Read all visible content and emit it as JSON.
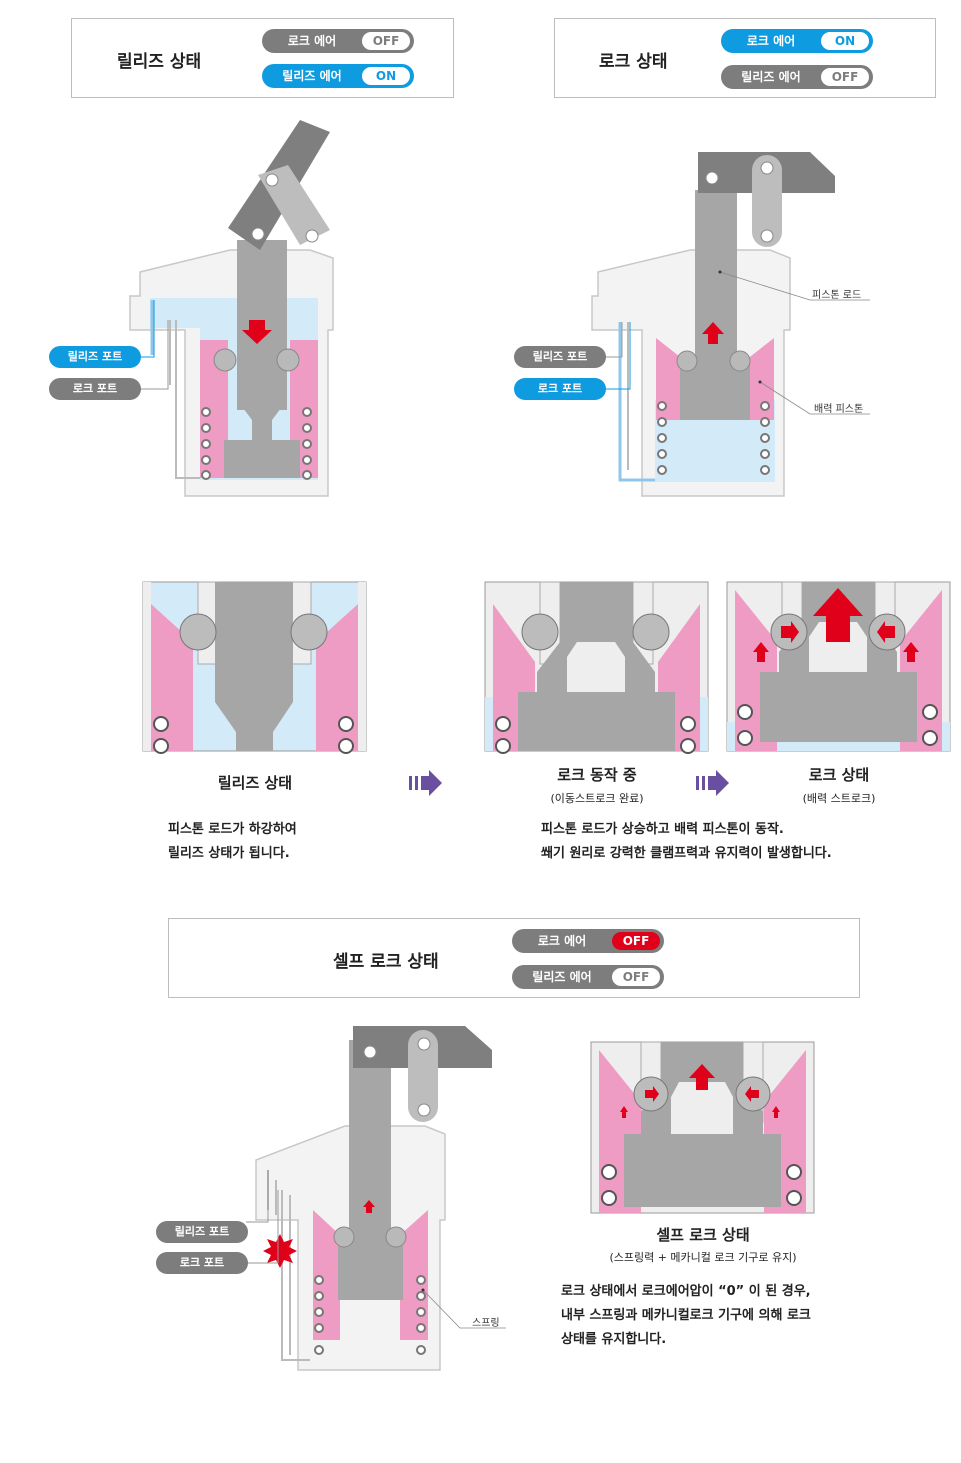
{
  "release_box": {
    "title": "릴리즈 상태",
    "row1": {
      "label": "로크 에어",
      "toggle": "OFF"
    },
    "row2": {
      "label": "릴리즈 에어",
      "toggle": "ON"
    }
  },
  "lock_box": {
    "title": "로크 상태",
    "row1": {
      "label": "로크 에어",
      "toggle": "ON"
    },
    "row2": {
      "label": "릴리즈 에어",
      "toggle": "OFF"
    }
  },
  "self_lock_box": {
    "title": "셀프 로크 상태",
    "row1": {
      "label": "로크 에어",
      "toggle": "OFF"
    },
    "row2": {
      "label": "릴리즈 에어",
      "toggle": "OFF"
    }
  },
  "diagram_release": {
    "release_port": "릴리즈 포트",
    "lock_port": "로크 포트"
  },
  "diagram_lock": {
    "release_port": "릴리즈 포트",
    "lock_port": "로크 포트",
    "piston_rod": "피스톤 로드",
    "boost_piston": "배력 피스톤"
  },
  "detail": {
    "release": {
      "title": "릴리즈 상태"
    },
    "locking": {
      "title": "로크 동작 중",
      "sub": "(이동스트로크 완료)"
    },
    "locked": {
      "title": "로크 상태",
      "sub": "(배력 스트로크)"
    },
    "desc_left": [
      "피스톤 로드가 하강하여",
      "릴리즈 상태가 됩니다."
    ],
    "desc_right": [
      "피스톤 로드가 상승하고 배력 피스톤이 동작.",
      "쐐기 원리로 강력한 클램프력과 유지력이 발생합니다."
    ]
  },
  "diagram_self": {
    "release_port": "릴리즈 포트",
    "lock_port": "로크 포트",
    "spring": "스프링"
  },
  "self_detail": {
    "title": "셀프 로크 상태",
    "sub": "(스프링력 + 메카니컬 로크 기구로 유지)",
    "desc": [
      "로크 상태에서 로크에어압이 “0” 이 된 경우,",
      "내부 스프링과 메카니컬로크 기구에 의해 로크",
      "상태를 유지합니다."
    ]
  },
  "colors": {
    "blue": "#0f9be0",
    "gray_pill": "#7d7d7d",
    "red": "#e1001a",
    "pink": "#ef9cc4",
    "light_blue": "#d3ebf8",
    "metal": "#a6a6a6",
    "arrow_purple": "#6a4fa0"
  }
}
